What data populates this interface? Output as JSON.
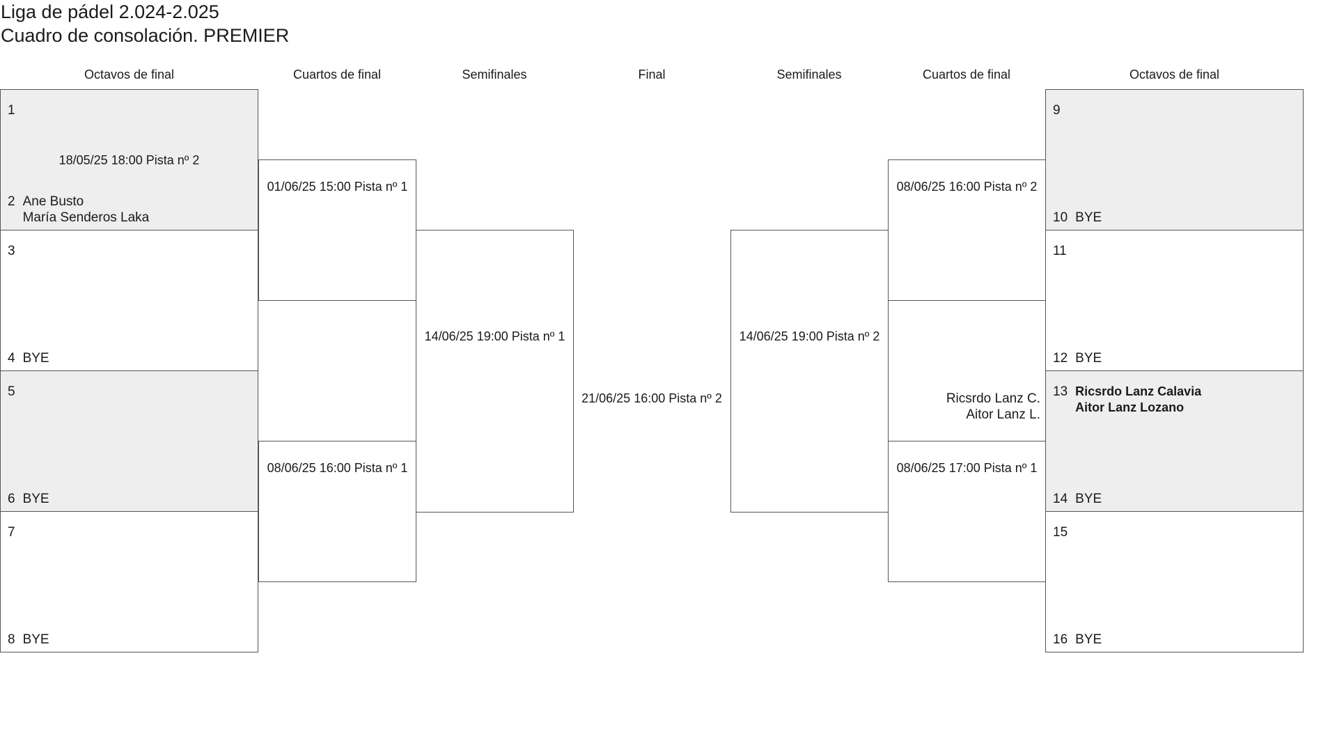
{
  "titles": {
    "line1": "Liga de pádel 2.024-2.025",
    "line2": "Cuadro de consolación. PREMIER"
  },
  "columns": {
    "left_r16": "Octavos de final",
    "left_qf": "Cuartos de final",
    "left_sf": "Semifinales",
    "final": "Final",
    "right_sf": "Semifinales",
    "right_qf": "Cuartos de final",
    "right_r16": "Octavos de final"
  },
  "r16_left": [
    {
      "top": {
        "seed": "1",
        "line1": "",
        "line2": ""
      },
      "bottom": {
        "seed": "2",
        "line1": "Ane Busto",
        "line2": "María Senderos Laka"
      },
      "info": "18/05/25 18:00 Pista nº 2"
    },
    {
      "top": {
        "seed": "3",
        "line1": "",
        "line2": ""
      },
      "bottom": {
        "seed": "4",
        "line1": "BYE",
        "line2": ""
      },
      "info": ""
    },
    {
      "top": {
        "seed": "5",
        "line1": "",
        "line2": ""
      },
      "bottom": {
        "seed": "6",
        "line1": "BYE",
        "line2": ""
      },
      "info": ""
    },
    {
      "top": {
        "seed": "7",
        "line1": "",
        "line2": ""
      },
      "bottom": {
        "seed": "8",
        "line1": "BYE",
        "line2": ""
      },
      "info": ""
    }
  ],
  "r16_right": [
    {
      "top": {
        "seed": "9",
        "line1": "",
        "line2": ""
      },
      "bottom": {
        "seed": "10",
        "line1": "BYE",
        "line2": ""
      },
      "info": ""
    },
    {
      "top": {
        "seed": "11",
        "line1": "",
        "line2": ""
      },
      "bottom": {
        "seed": "12",
        "line1": "BYE",
        "line2": ""
      },
      "info": ""
    },
    {
      "top": {
        "seed": "13",
        "line1": "Ricsrdo Lanz Calavia",
        "line2": "Aitor Lanz Lozano"
      },
      "bottom": {
        "seed": "14",
        "line1": "BYE",
        "line2": ""
      },
      "info": ""
    },
    {
      "top": {
        "seed": "15",
        "line1": "",
        "line2": ""
      },
      "bottom": {
        "seed": "16",
        "line1": "BYE",
        "line2": ""
      },
      "info": ""
    }
  ],
  "qf_left": [
    {
      "info": "01/06/25 15:00 Pista nº 1"
    },
    {
      "info": "08/06/25 16:00 Pista nº 1"
    }
  ],
  "qf_right": [
    {
      "info": "08/06/25 16:00 Pista nº 2"
    },
    {
      "info": "08/06/25 17:00 Pista nº 1"
    }
  ],
  "sf_left": {
    "info": "14/06/25 19:00 Pista nº 1"
  },
  "sf_right": {
    "info": "14/06/25 19:00 Pista nº 2"
  },
  "final": {
    "info": "21/06/25 16:00 Pista nº 2"
  },
  "qf_right_advanced": {
    "line1": "Ricsrdo Lanz C.",
    "line2": "Aitor Lanz L."
  }
}
